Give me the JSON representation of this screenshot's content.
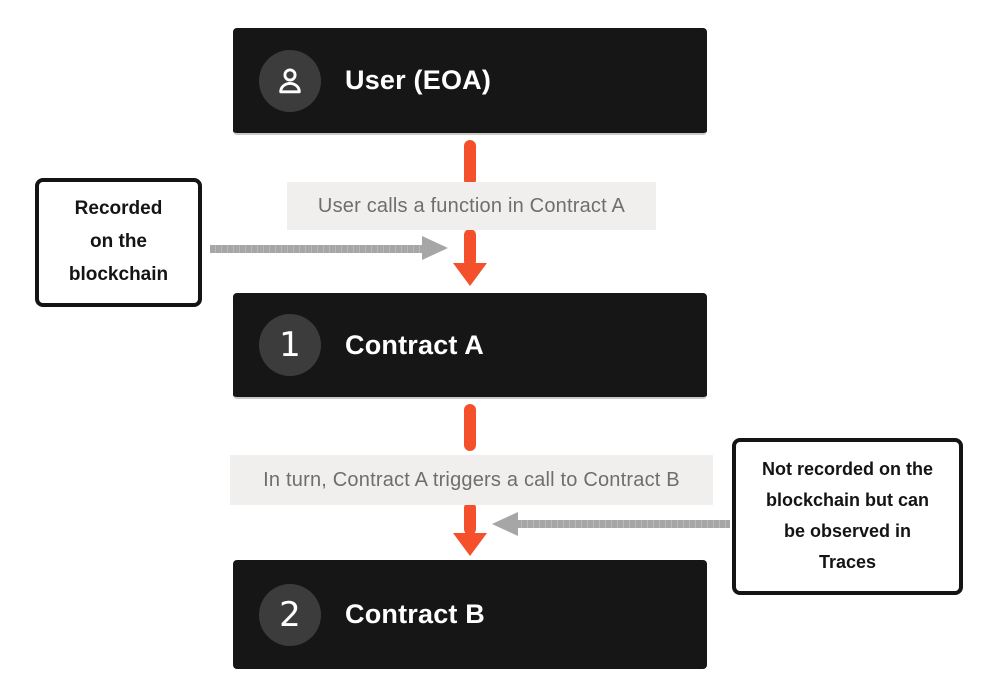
{
  "colors": {
    "accent_orange": "#F4502C",
    "node_bg": "#161616",
    "node_circle_bg": "#3C3C3C",
    "edge_label_bg": "#F0EFED",
    "edge_label_text": "#6E6E6E",
    "gray_arrow": "#A6A6A6",
    "annotation_border": "#141414"
  },
  "nodes": {
    "user": {
      "title": "User (EOA)",
      "icon": "person-icon"
    },
    "contract_a": {
      "number": "1",
      "title": "Contract A"
    },
    "contract_b": {
      "number": "2",
      "title": "Contract B"
    }
  },
  "edges": {
    "user_to_a": {
      "label": "User calls a function in Contract A"
    },
    "a_to_b": {
      "label": "In turn, Contract A triggers a call to Contract B"
    }
  },
  "annotations": {
    "recorded": {
      "text": "Recorded\non the\nblockchain"
    },
    "not_recorded": {
      "text": "Not recorded on the\nblockchain but can\nbe observed in\nTraces"
    }
  }
}
